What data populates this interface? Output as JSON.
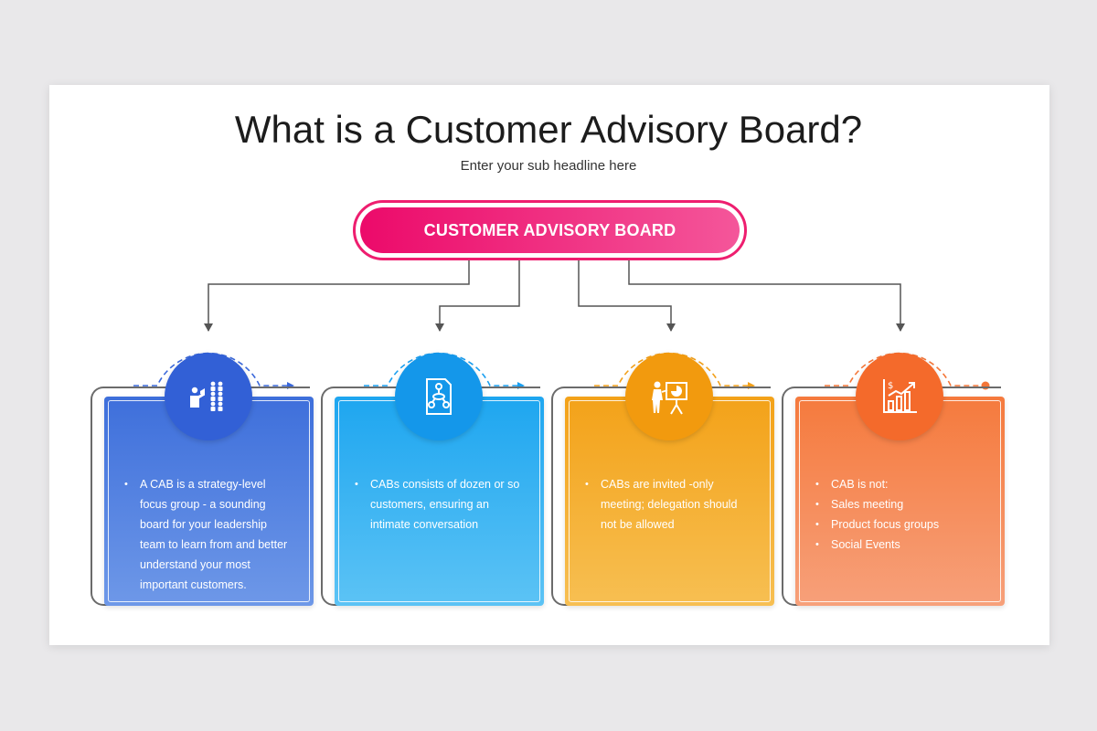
{
  "slide": {
    "title": "What is a Customer Advisory Board?",
    "subtitle": "Enter your sub headline here"
  },
  "hub": {
    "label": "CUSTOMER ADVISORY BOARD",
    "color_start": "#ec0a6a",
    "color_end": "#f4569a"
  },
  "cards": [
    {
      "icon": "presenter-audience-icon",
      "color_top": "#3e6fdb",
      "color_bottom": "#6e98e8",
      "circle_color": "#3260d6",
      "bullets": [
        "A CAB is a strategy-level focus group - a sounding board for your leadership team to learn from and better understand your most important customers."
      ]
    },
    {
      "icon": "flowchart-document-icon",
      "color_top": "#1ea6f0",
      "color_bottom": "#5cc3f5",
      "circle_color": "#1497ea",
      "bullets": [
        "CABs consists of dozen or so customers, ensuring an intimate conversation"
      ]
    },
    {
      "icon": "whiteboard-presenter-icon",
      "color_top": "#f3a219",
      "color_bottom": "#f7bf52",
      "circle_color": "#f29a0e",
      "bullets": [
        "CABs are invited -only meeting; delegation should not be allowed"
      ]
    },
    {
      "icon": "growth-chart-icon",
      "color_top": "#f57a3d",
      "color_bottom": "#f7a07a",
      "circle_color": "#f46a2b",
      "bullets": [
        "CAB is not:",
        "Sales meeting",
        "Product focus groups",
        "Social Events"
      ]
    }
  ]
}
